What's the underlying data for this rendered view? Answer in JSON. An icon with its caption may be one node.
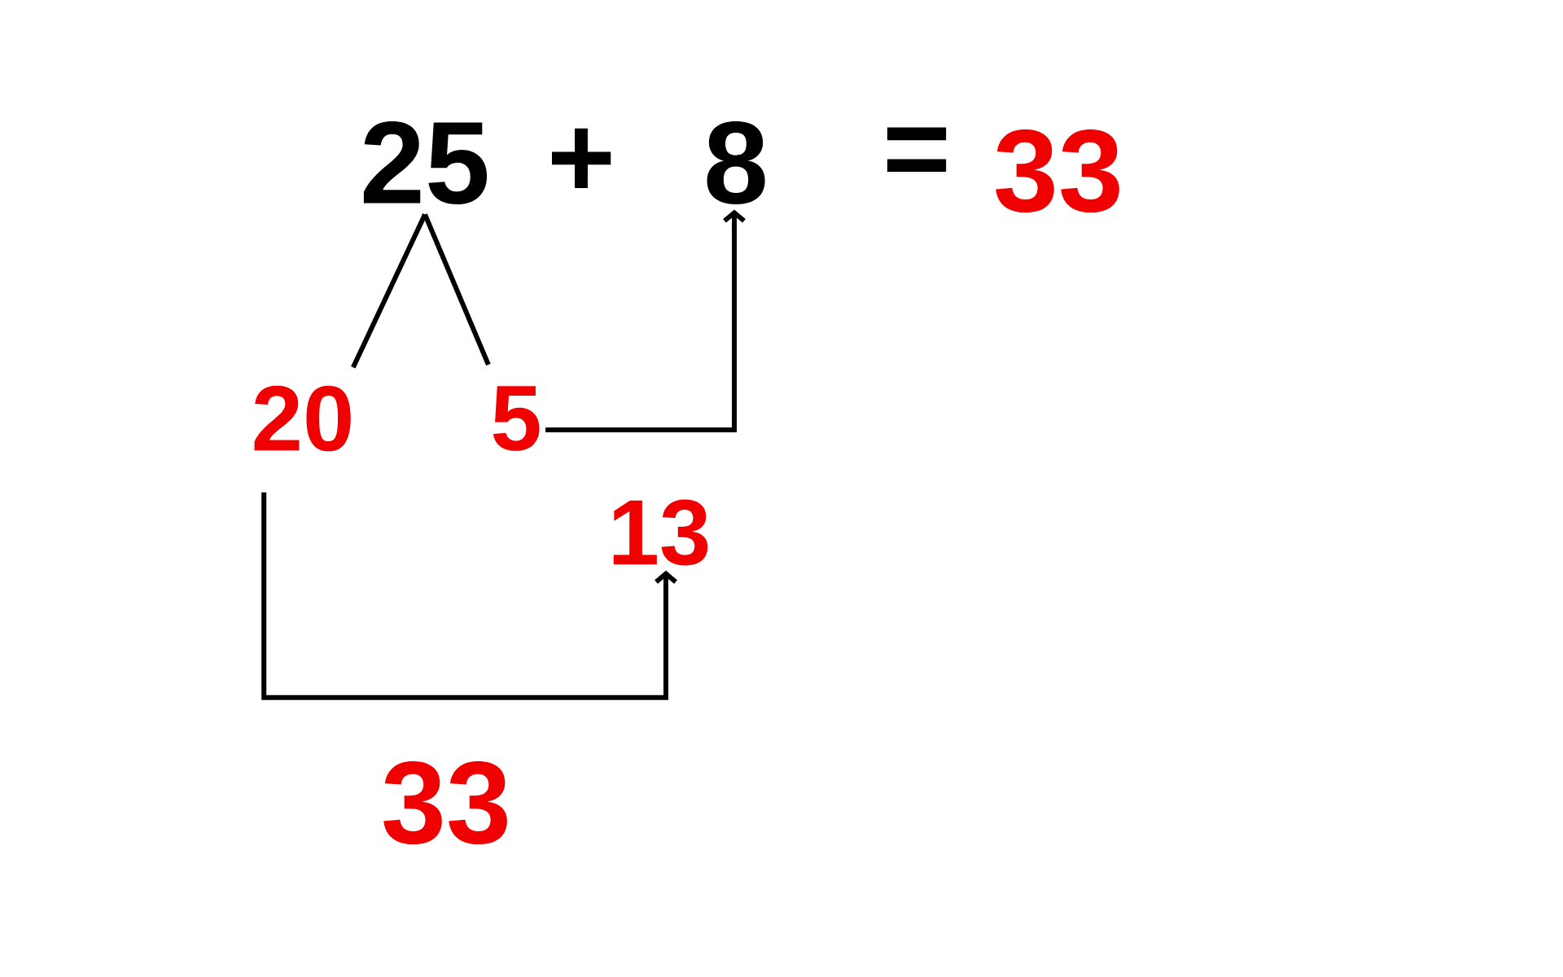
{
  "diagram": {
    "nodes": [
      {
        "text": [
          "25"
        ]
      },
      {
        "text": [
          "8"
        ]
      },
      {
        "text": [
          "20"
        ]
      },
      {
        "text": [
          "5"
        ]
      },
      {
        "text": [
          "13"
        ]
      }
    ],
    "edges": [
      {
        "from": 0,
        "to": 2,
        "arrow": "none"
      },
      {
        "from": 0,
        "to": 3,
        "arrow": "none"
      },
      {
        "from": 3,
        "to": 1,
        "arrow": "to"
      },
      {
        "from": 2,
        "to": 4,
        "arrow": "to"
      }
    ],
    "labels": [
      "+",
      "=",
      "33",
      "33"
    ]
  }
}
